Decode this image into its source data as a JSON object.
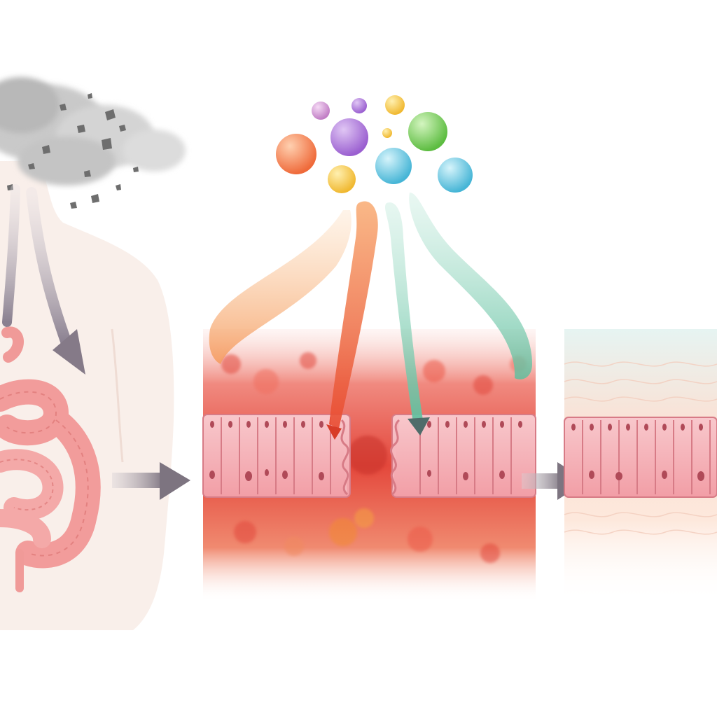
{
  "diagram": {
    "panels": [
      {
        "id": "body-gut",
        "description_visible_text": ""
      },
      {
        "id": "damaged-lining",
        "description_visible_text": ""
      },
      {
        "id": "healed-lining",
        "description_visible_text": ""
      }
    ],
    "colors": {
      "body_skin": "#f7ece6",
      "intestine": "#f29a9a",
      "intestine_dark": "#d9706e",
      "smoke": "#bfbfbf",
      "inflamed_tissue": "#e8574a",
      "cell_layer": "#f6b7bd",
      "cell_outline": "#d77b86",
      "healed_tissue": "#fbe3d6",
      "arrow_gray": "#8f8690",
      "nutrient_orange": "#f4804f",
      "nutrient_purple": "#a873d8",
      "nutrient_yellow": "#f5c84a",
      "nutrient_green": "#74cc5a",
      "nutrient_blue": "#62c6e0",
      "nutrient_pink": "#d79ad8",
      "stream_orange": "#f7ab70",
      "stream_teal": "#7ecfb5"
    },
    "icons": [
      "smoke-cloud-icon",
      "nutrient-sphere-icon",
      "flow-arrow-icon"
    ]
  }
}
